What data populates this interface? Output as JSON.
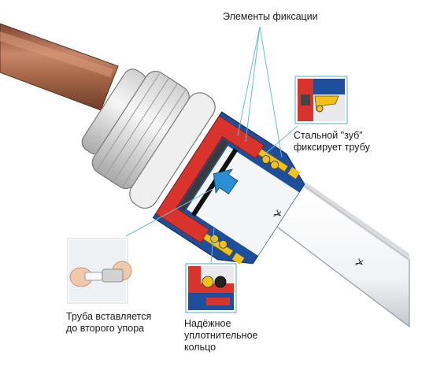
{
  "callouts": {
    "locking_elements": "Элементы фиксации",
    "steel_tooth": [
      "Стальной \"зуб\"",
      "фиксирует трубу"
    ],
    "pipe_insertion": [
      "Труба вставляется",
      "до второго упора"
    ],
    "sealing_ring": [
      "Надёжное",
      "уплотнительное",
      "кольцо"
    ]
  },
  "pipe_marks": [
    "⊁",
    "⊁"
  ],
  "colors": {
    "copper_pipe": "#a8694a",
    "fitting_body": "#e6e6e6",
    "fitting_shadow": "#b9b9b9",
    "collet_red": "#d9342b",
    "body_blue": "#1e4f9c",
    "tooth_yellow": "#f2c21b",
    "white_pipe": "#f4f5f7",
    "flow_arrow": "#2a8fd4",
    "leader_line": "#6bb9d6"
  }
}
